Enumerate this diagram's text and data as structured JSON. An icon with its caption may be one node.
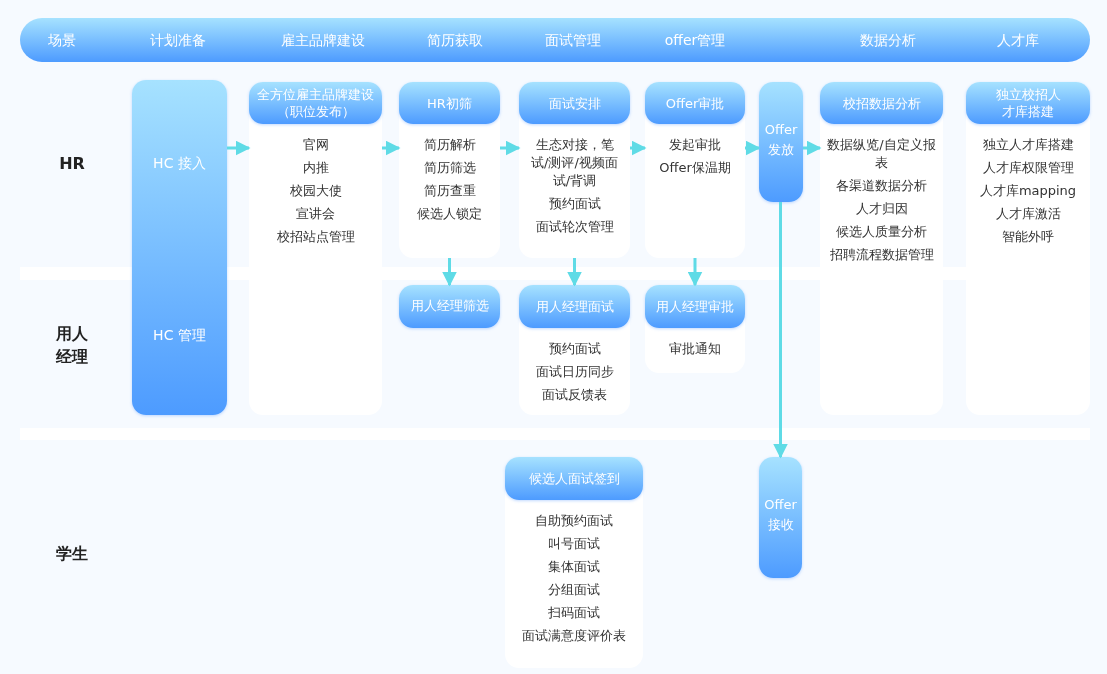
{
  "diagram": {
    "nodes": [
      {
        "text": [
          "场景",
          "计划准备",
          "雇主品牌建设",
          "简历获取",
          "面试管理",
          "offer管理",
          "数据分析",
          "人才库"
        ]
      },
      {
        "text": [
          "HC 接入",
          "HC 管理"
        ]
      },
      {
        "text": [
          "全方位雇主品牌建设（职位发布）",
          "官网",
          "内推",
          "校园大使",
          "宣讲会",
          "校招站点管理"
        ]
      },
      {
        "text": [
          "HR初筛",
          "简历解析",
          "简历筛选",
          "简历查重",
          "候选人锁定"
        ]
      },
      {
        "text": [
          "面试安排",
          "生态对接，笔试/测评/视频面试/背调",
          "预约面试",
          "面试轮次管理"
        ]
      },
      {
        "text": [
          "Offer审批",
          "发起审批",
          "Offer保温期"
        ]
      },
      {
        "text": [
          "Offer 发放"
        ]
      },
      {
        "text": [
          "校招数据分析",
          "数据纵览/自定义报表",
          "各渠道数据分析",
          "人才归因",
          "候选人质量分析",
          "招聘流程数据管理"
        ]
      },
      {
        "text": [
          "独立校招人才库搭建",
          "独立人才库搭建",
          "人才库权限管理",
          "人才库mapping",
          "人才库激活",
          "智能外呼"
        ]
      },
      {
        "text": [
          "用人经理筛选"
        ]
      },
      {
        "text": [
          "用人经理面试",
          "预约面试",
          "面试日历同步",
          "面试反馈表"
        ]
      },
      {
        "text": [
          "用人经理审批",
          "审批通知"
        ]
      },
      {
        "text": [
          "候选人面试签到",
          "自助预约面试",
          "叫号面试",
          "集体面试",
          "分组面试",
          "扫码面试",
          "面试满意度评价表"
        ]
      },
      {
        "text": [
          "Offer 接收"
        ]
      }
    ],
    "edges": [
      {
        "from": 1,
        "to": 2,
        "arrow": "to"
      },
      {
        "from": 2,
        "to": 3,
        "arrow": "to"
      },
      {
        "from": 3,
        "to": 4,
        "arrow": "to"
      },
      {
        "from": 4,
        "to": 5,
        "arrow": "to"
      },
      {
        "from": 5,
        "to": 6,
        "arrow": "to"
      },
      {
        "from": 6,
        "to": 7,
        "arrow": "to"
      },
      {
        "from": 3,
        "to": 9,
        "arrow": "to"
      },
      {
        "from": 4,
        "to": 10,
        "arrow": "to"
      },
      {
        "from": 5,
        "to": 11,
        "arrow": "to"
      },
      {
        "from": 6,
        "to": 13,
        "arrow": "to"
      }
    ],
    "labels": [
      "HR",
      "用人经理",
      "学生"
    ]
  }
}
